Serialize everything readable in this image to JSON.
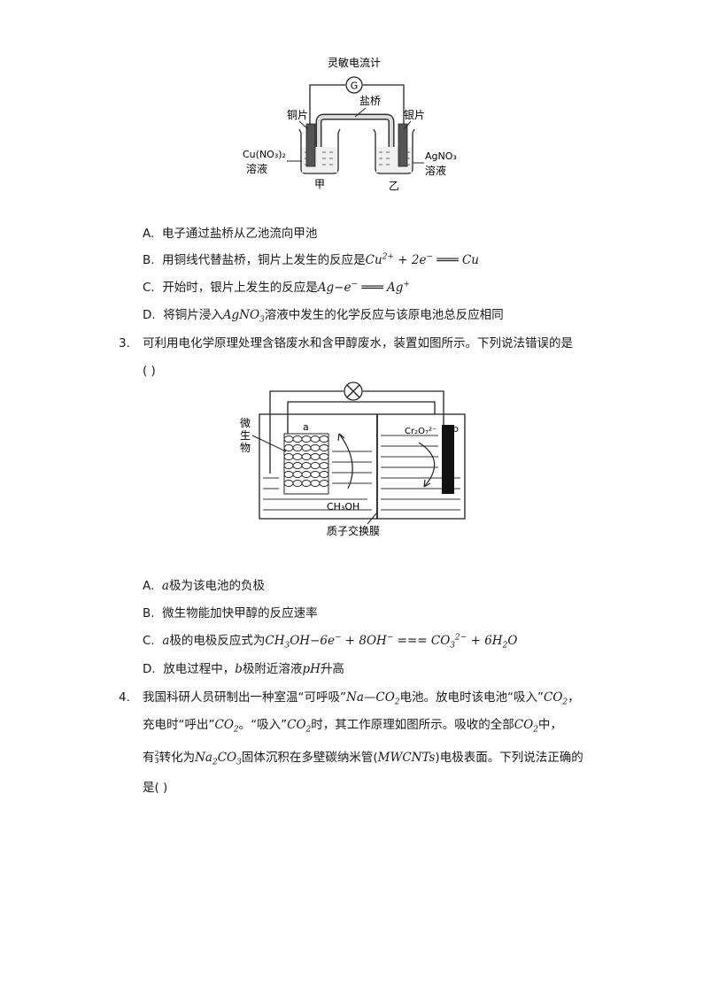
{
  "figure1": {
    "galvanometer_label": "灵敏电流计",
    "galvanometer_symbol": "G",
    "salt_bridge_label": "盐桥",
    "left_electrode_label": "铜片",
    "right_electrode_label": "银片",
    "left_solution_formula": "Cu(NO₃)₂",
    "left_solution_word": "溶液",
    "right_solution_formula": "AgNO₃",
    "right_solution_word": "溶液",
    "left_cell_label": "甲",
    "right_cell_label": "乙"
  },
  "q2_options": {
    "A": {
      "prefix": "A.",
      "text": "电子通过盐桥从乙池流向甲池"
    },
    "B": {
      "prefix": "B.",
      "text": "用铜线代替盐桥，铜片上发生的反应是"
    },
    "C": {
      "prefix": "C.",
      "text": "开始时，银片上发生的反应是"
    },
    "D": {
      "prefix": "D.",
      "text_before": "将铜片浸入",
      "text_after": "溶液中发生的化学反应与该原电池总反应相同"
    }
  },
  "q3": {
    "number": "3.",
    "stem": "可利用电化学原理处理含铬废水和含甲醇废水，装置如图所示。下列说法错误的是",
    "blank": "(    )",
    "figure": {
      "microbe_label": "微生物",
      "electrode_a": "a",
      "electrode_b": "b",
      "dichromate": "Cr₂O₇²⁻",
      "methanol": "CH₃OH",
      "membrane_label": "质子交换膜"
    },
    "options": {
      "A": {
        "prefix": "A.",
        "var": "a",
        "text": "极为该电池的负极"
      },
      "B": {
        "prefix": "B.",
        "text": "微生物能加快甲醇的反应速率"
      },
      "C": {
        "prefix": "C.",
        "var": "a",
        "text": "极的电极反应式为"
      },
      "D": {
        "prefix": "D.",
        "text_before": "放电过程中，",
        "var": "b",
        "text_mid": "极附近溶液",
        "var2": "pH",
        "text_after": "升高"
      }
    }
  },
  "q4": {
    "number": "4.",
    "line1_a": "我国科研人员研制出一种室温“可呼吸”",
    "line1_b": "电池。放电时该电池“吸入”",
    "line2_a": "充电时“呼出”",
    "line2_b": "。“吸入”",
    "line2_c": "时，其工作原理如图所示。吸收的全部",
    "line2_d": "中，",
    "line3_a": "有",
    "line3_b": "转化为",
    "line3_c": "固体沉积在多壁碳纳米管(",
    "line3_d": ")电极表面。下列说法正确的",
    "line4": "是(    )"
  }
}
